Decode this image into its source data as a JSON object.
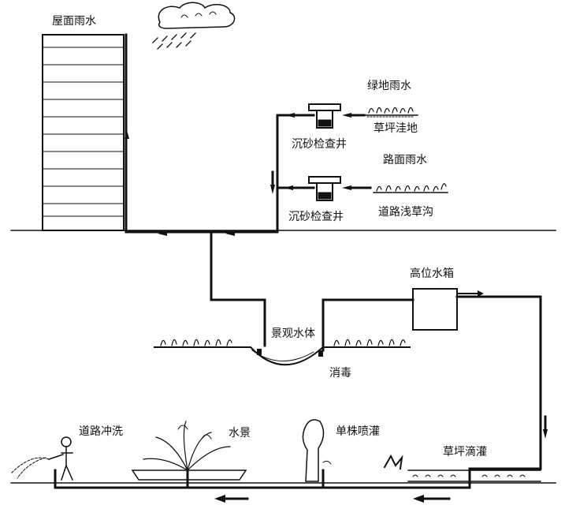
{
  "labels": {
    "roof_rain": "屋面雨水",
    "green_rain": "绿地雨水",
    "lawn_depression": "草坪洼地",
    "settling_well_1": "沉砂检查井",
    "road_rain": "路面雨水",
    "road_swale": "道路浅草沟",
    "settling_well_2": "沉砂检查井",
    "high_tank": "高位水箱",
    "landscape_water": "景观水体",
    "disinfection": "消毒",
    "road_flushing": "道路冲洗",
    "water_feature": "水景",
    "single_sprinkler": "单株喷灌",
    "lawn_drip": "草坪滴灌"
  },
  "colors": {
    "line": "#111111",
    "background": "#ffffff"
  }
}
